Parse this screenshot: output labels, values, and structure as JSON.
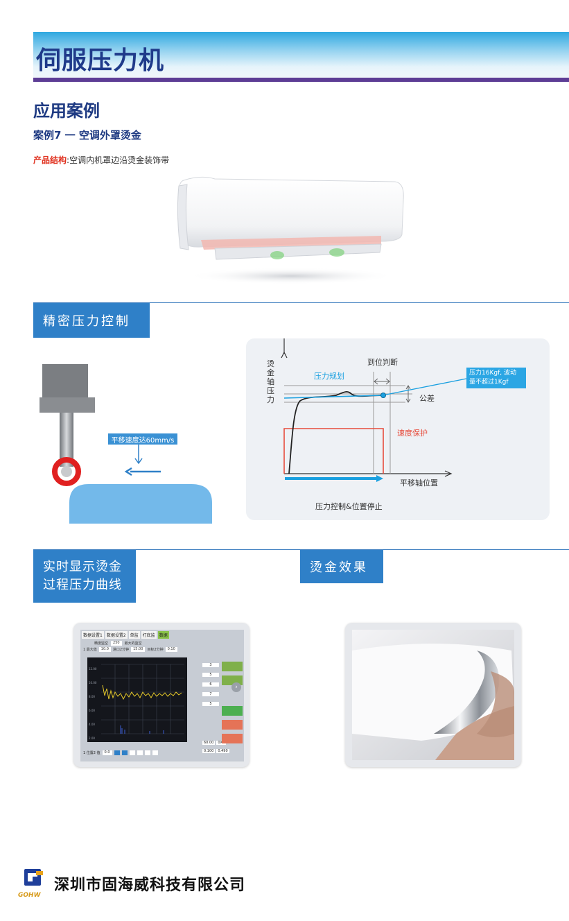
{
  "header": {
    "title": "伺服压力机"
  },
  "section": {
    "title": "应用案例"
  },
  "case": {
    "title": "案例7 一 空调外罩烫金"
  },
  "structure": {
    "label": "产品结构",
    "separator": ":",
    "text": "空调内机罩边沿烫金装饰带"
  },
  "sections": {
    "precision": "精密压力控制",
    "realtime_line1": "实时显示烫金",
    "realtime_line2": "过程压力曲线",
    "effect": "烫金效果"
  },
  "diagram_left": {
    "speed_label": "平移速度达60mm/s"
  },
  "chart": {
    "y_label": [
      "烫",
      "金",
      "轴",
      "压",
      "力"
    ],
    "x_label": "平移轴位置",
    "caption": "压力控制&位置停止",
    "label_plan": "压力规划",
    "label_arrive": "到位判断",
    "label_tolerance": "公差",
    "label_speed": "速度保护",
    "callout_line1": "压力16Kgf, 波动",
    "callout_line2": "量不超过1Kgf"
  },
  "screen": {
    "tabs": [
      "数据设置1",
      "数据设置2",
      "单监",
      "打底监",
      "数据"
    ],
    "row1": [
      "精度监空",
      "250",
      "最大的监空"
    ],
    "row2": [
      "1 最大值",
      "10.0",
      "进口2分钟",
      "15.00",
      "目标2分钟",
      "0.10"
    ],
    "side_values": [
      "3",
      "5",
      "6",
      "7",
      "5",
      "60.00",
      "0X3",
      "0.100",
      "0.490"
    ],
    "bottom": [
      "1 位置2 值",
      "0.0"
    ],
    "axis_values": [
      "12.00",
      "10.00",
      "8.00",
      "6.00",
      "4.00",
      "2.00"
    ]
  },
  "footer": {
    "company": "深圳市固海威科技有限公司",
    "brand": "GOHW"
  },
  "colors": {
    "title_blue": "#1f3a8a",
    "section_blue": "#2f80c8",
    "accent_red": "#e0301e",
    "banner_purple": "#5d3d95",
    "chart_cyan": "#1aa0e0"
  }
}
